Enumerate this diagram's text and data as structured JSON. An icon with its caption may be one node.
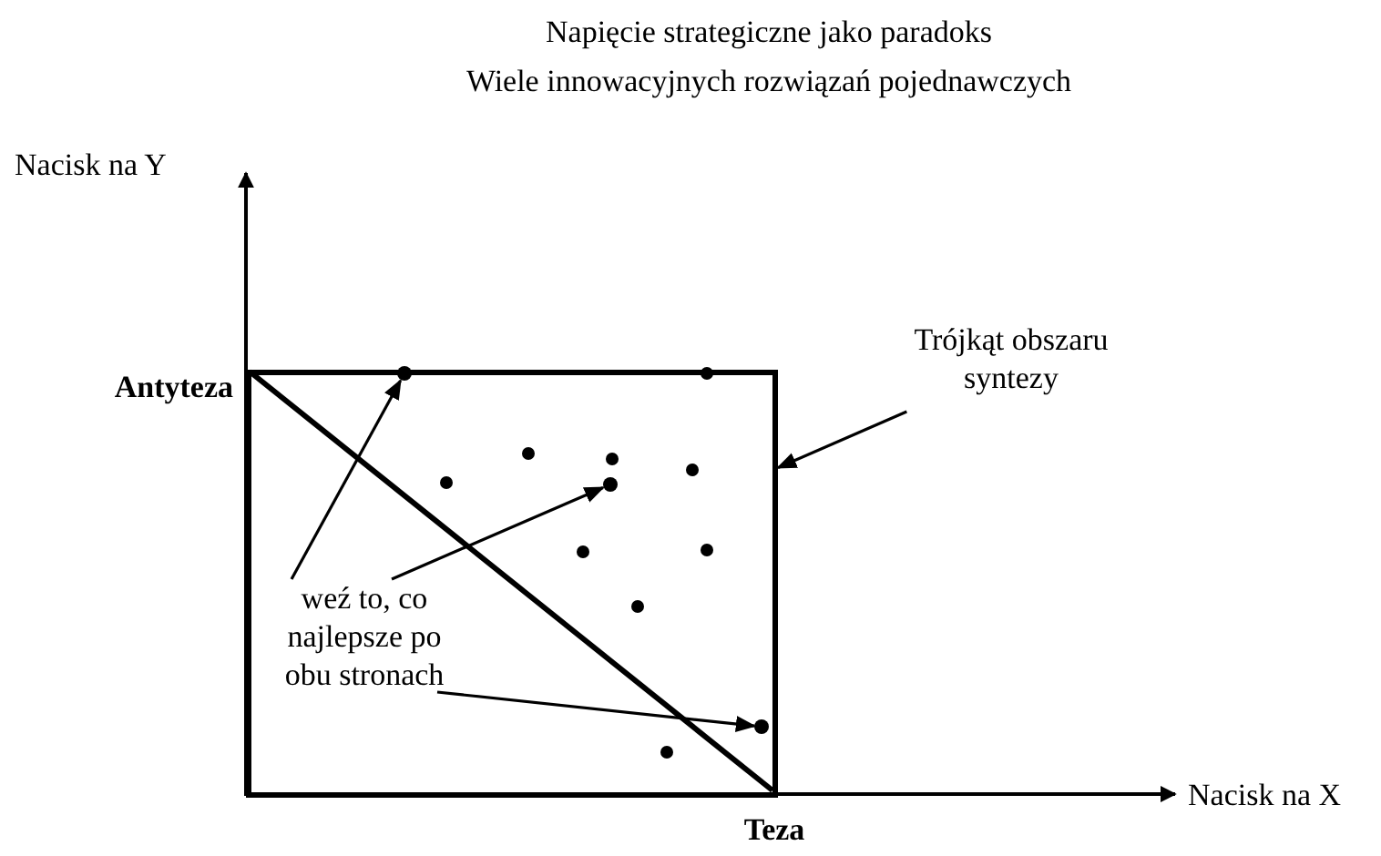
{
  "diagram": {
    "title": "Napięcie strategiczne jako paradoks",
    "nodes": [
      {
        "text": [
          "weź to, co najlepsze po obu stronach"
        ],
        "in": 5
      },
      {
        "text": [],
        "shape": "circle",
        "in": 5
      },
      {
        "text": [],
        "shape": "circle",
        "in": 5
      },
      {
        "text": [],
        "shape": "circle",
        "in": 5
      },
      {
        "text": [
          "Trójkąt obszaru syntezy"
        ]
      },
      {
        "text": [],
        "shape": "box"
      }
    ],
    "edges": [
      {
        "from": 0,
        "to": 1,
        "arrow": "to"
      },
      {
        "from": 0,
        "to": 2,
        "arrow": "to"
      },
      {
        "from": 0,
        "to": 3,
        "arrow": "to"
      },
      {
        "from": 4,
        "to": 5,
        "arrow": "to"
      }
    ],
    "labels": [
      "Wiele innowacyjnych rozwiązań pojednawczych",
      "Nacisk na Y",
      "Antyteza",
      "Nacisk na X",
      "Teza"
    ]
  }
}
